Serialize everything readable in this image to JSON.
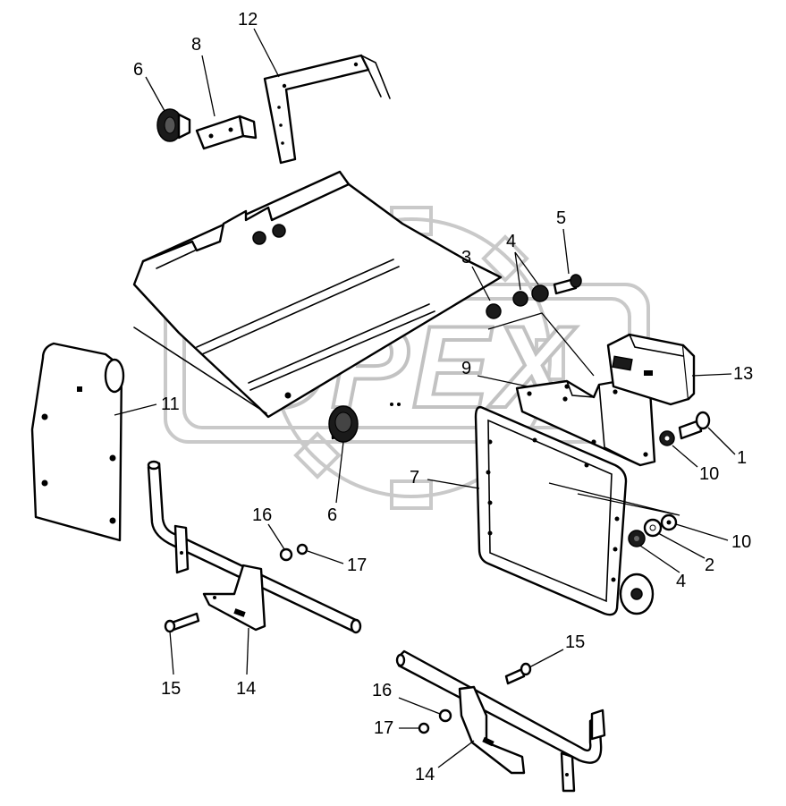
{
  "watermark": {
    "text": "OPEX",
    "color": "#c2c2c2"
  },
  "callouts": [
    {
      "id": "c12",
      "label": "12"
    },
    {
      "id": "c8",
      "label": "8"
    },
    {
      "id": "c6a",
      "label": "6"
    },
    {
      "id": "c5",
      "label": "5"
    },
    {
      "id": "c4a",
      "label": "4"
    },
    {
      "id": "c3",
      "label": "3"
    },
    {
      "id": "c9",
      "label": "9"
    },
    {
      "id": "c13",
      "label": "13"
    },
    {
      "id": "c11",
      "label": "11"
    },
    {
      "id": "c1",
      "label": "1"
    },
    {
      "id": "c10a",
      "label": "10"
    },
    {
      "id": "c7",
      "label": "7"
    },
    {
      "id": "c6b",
      "label": "6"
    },
    {
      "id": "c10b",
      "label": "10"
    },
    {
      "id": "c2",
      "label": "2"
    },
    {
      "id": "c4b",
      "label": "4"
    },
    {
      "id": "c16a",
      "label": "16"
    },
    {
      "id": "c17a",
      "label": "17"
    },
    {
      "id": "c15a",
      "label": "15"
    },
    {
      "id": "c14a",
      "label": "14"
    },
    {
      "id": "c15b",
      "label": "15"
    },
    {
      "id": "c16b",
      "label": "16"
    },
    {
      "id": "c17b",
      "label": "17"
    },
    {
      "id": "c14b",
      "label": "14"
    }
  ]
}
